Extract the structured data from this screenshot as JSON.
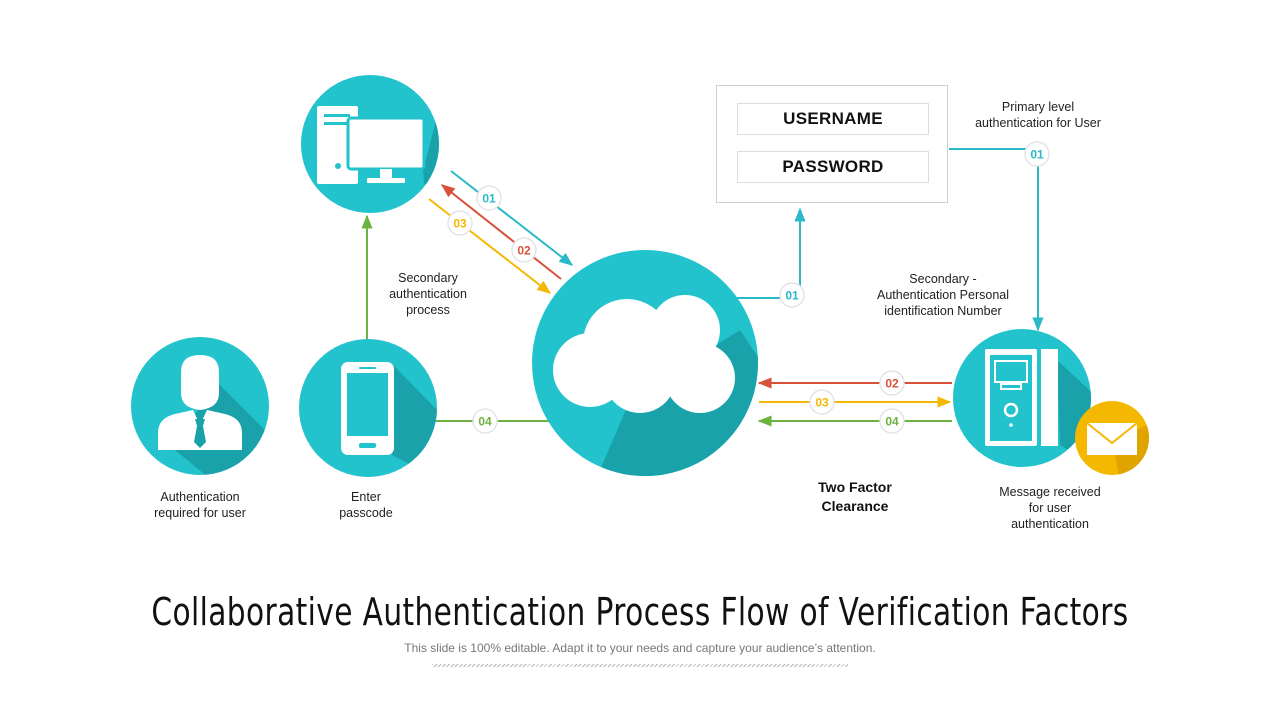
{
  "colors": {
    "teal": "#22C3CD",
    "teal_shadow": "#1AA2AB",
    "yellow": "#F5B800",
    "red": "#D9513B",
    "green": "#6DB33F",
    "cyan_line": "#2AB9C9"
  },
  "icons": {
    "computer": "desktop-computer-icon",
    "cloud": "cloud-icon",
    "user": "businessman-icon",
    "phone": "smartphone-icon",
    "server": "server-tower-icon",
    "mail": "envelope-icon"
  },
  "login": {
    "username": "USERNAME",
    "password": "PASSWORD"
  },
  "labels": {
    "primary": [
      "Primary level",
      "authentication for User"
    ],
    "secondary_process": [
      "Secondary",
      "authentication",
      "process"
    ],
    "secondary_pin": [
      "Secondary -",
      "Authentication Personal",
      "identification Number"
    ],
    "auth_required": [
      "Authentication",
      "required for user"
    ],
    "enter_passcode": [
      "Enter",
      "passcode"
    ],
    "two_factor": [
      "Two Factor",
      "Clearance"
    ],
    "message_received": [
      "Message received",
      "for user",
      "authentication"
    ]
  },
  "steps": {
    "s01": "01",
    "s02": "02",
    "s03": "03",
    "s04": "04"
  },
  "footer": {
    "title": "Collaborative Authentication Process Flow of Verification Factors",
    "subtitle": "This slide is 100% editable. Adapt it to your needs and capture your audience’s attention."
  }
}
